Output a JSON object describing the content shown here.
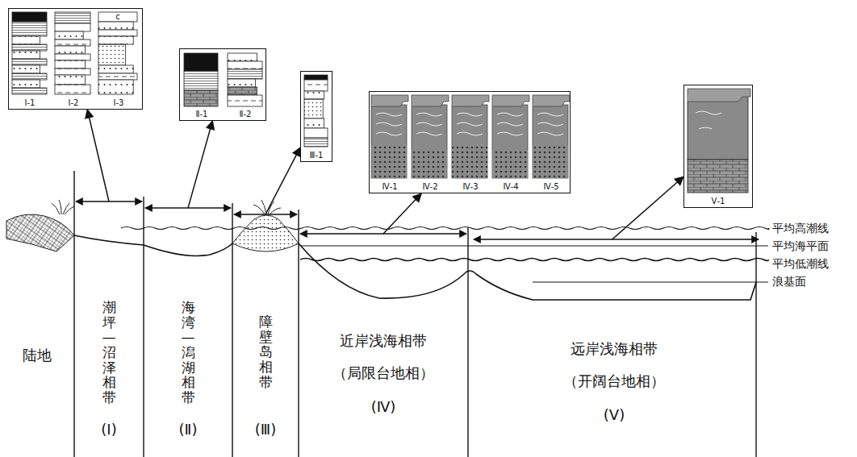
{
  "diagram": {
    "nodes": [
      {
        "text": [
          "Ⅰ-1",
          "Ⅰ-2",
          "Ⅰ-3"
        ]
      },
      {
        "text": [
          "Ⅱ-1",
          "Ⅱ-2"
        ]
      },
      {
        "text": [
          "Ⅲ-1"
        ]
      },
      {
        "text": [
          "Ⅳ-1",
          "Ⅳ-2",
          "Ⅳ-3",
          "Ⅳ-4",
          "Ⅳ-5"
        ]
      },
      {
        "text": [
          "Ⅴ-1"
        ]
      },
      {
        "text": [
          "陆地"
        ]
      },
      {
        "text": [
          "潮坪—沼泽相带",
          "(Ⅰ)"
        ]
      },
      {
        "text": [
          "海湾—潟湖相带",
          "(Ⅱ)"
        ]
      },
      {
        "text": [
          "障壁岛相带",
          "(Ⅲ)"
        ]
      },
      {
        "text": [
          "近岸浅海相带",
          "（局限台地相）",
          "(Ⅳ)"
        ]
      },
      {
        "text": [
          "远岸浅海相带",
          "（开阔台地相）",
          "(Ⅴ)"
        ]
      }
    ],
    "edges": [
      {
        "from": 6,
        "to": 0,
        "arrow": "to"
      },
      {
        "from": 7,
        "to": 1,
        "arrow": "to"
      },
      {
        "from": 8,
        "to": 2,
        "arrow": "to"
      },
      {
        "from": 9,
        "to": 3,
        "arrow": "to"
      },
      {
        "from": 10,
        "to": 4,
        "arrow": "to"
      }
    ],
    "labels": [
      "c",
      "平均高潮线",
      "平均海平面",
      "平均低潮线",
      "浪基面"
    ]
  }
}
